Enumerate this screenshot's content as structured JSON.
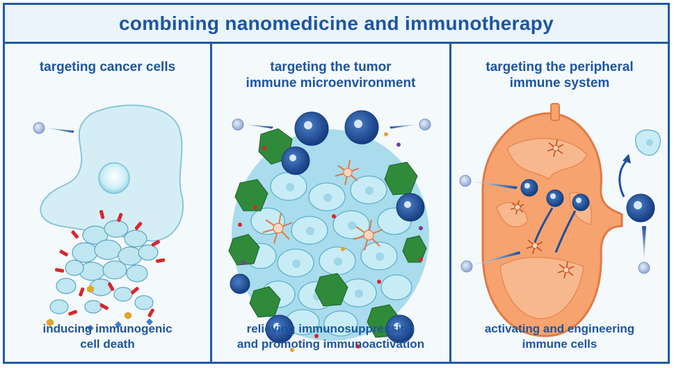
{
  "header": {
    "title": "combining nanomedicine and immunotherapy"
  },
  "panels": [
    {
      "title_lines": [
        "targeting cancer cells"
      ],
      "caption_lines": [
        "inducing immunogenic",
        "cell death"
      ]
    },
    {
      "title_lines": [
        "targeting the tumor",
        "immune microenvironment"
      ],
      "caption_lines": [
        "relieving immunosuppression",
        "and promoting immunoactivation"
      ]
    },
    {
      "title_lines": [
        "targeting the peripheral",
        "immune system"
      ],
      "caption_lines": [
        "activating and engineering",
        "immune cells"
      ]
    }
  ],
  "colors": {
    "border": "#1f5aa6",
    "text": "#1d55a0",
    "cell_fill": "#bfe6f1",
    "cell_edge": "#6ab4cc",
    "dark_cell": "#1f4f9a",
    "green": "#2f8a3a",
    "red_particle": "#d9262c",
    "organ": "#f6a36f"
  }
}
